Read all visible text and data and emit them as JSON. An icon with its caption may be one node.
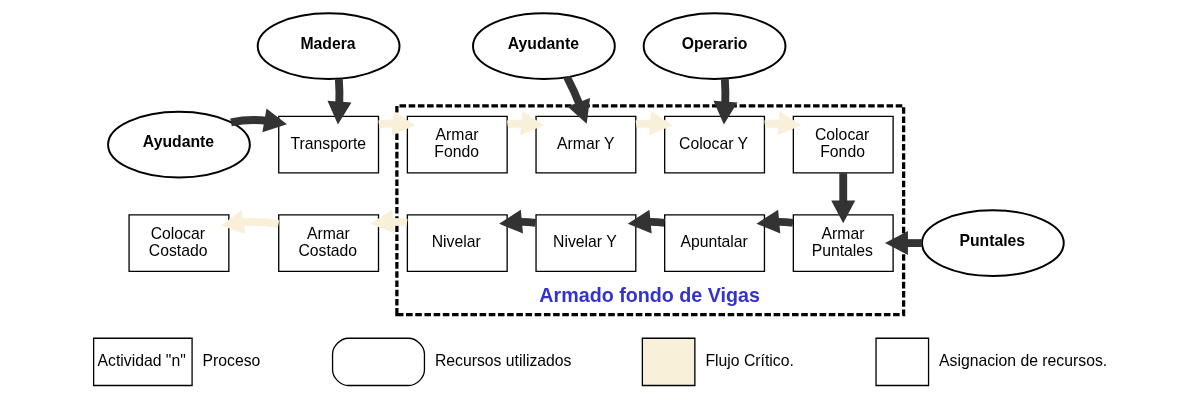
{
  "diagram": {
    "nodes": [
      {
        "text": [
          "Madera"
        ]
      },
      {
        "text": [
          "Ayudante"
        ]
      },
      {
        "text": [
          "Operario"
        ]
      },
      {
        "text": [
          "Ayudante"
        ]
      },
      {
        "text": [
          "Transporte"
        ]
      },
      {
        "text": [
          "Armado fondo de Vigas"
        ]
      },
      {
        "text": [
          "Armar Fondo"
        ],
        "in": 5
      },
      {
        "text": [
          "Armar Y"
        ],
        "in": 5
      },
      {
        "text": [
          "Colocar Y"
        ],
        "in": 5
      },
      {
        "text": [
          "Colocar Fondo"
        ],
        "in": 5
      },
      {
        "text": [
          "Colocar Costado"
        ]
      },
      {
        "text": [
          "Armar Costado"
        ]
      },
      {
        "text": [
          "Nivelar"
        ],
        "in": 5
      },
      {
        "text": [
          "Nivelar Y"
        ],
        "in": 5
      },
      {
        "text": [
          "Apuntalar"
        ],
        "in": 5
      },
      {
        "text": [
          "Armar Puntales"
        ],
        "in": 5
      },
      {
        "text": [
          "Puntales"
        ]
      }
    ],
    "edges": [
      {
        "from": 0,
        "to": 4,
        "arrow": "to"
      },
      {
        "from": 1,
        "to": 7,
        "arrow": "to"
      },
      {
        "from": 2,
        "to": 8,
        "arrow": "to"
      },
      {
        "from": 3,
        "to": 4,
        "arrow": "to"
      },
      {
        "from": 4,
        "to": 6,
        "arrow": "to",
        "color": "#f8f0d8"
      },
      {
        "from": 6,
        "to": 7,
        "arrow": "to",
        "color": "#f8f0d8"
      },
      {
        "from": 7,
        "to": 8,
        "arrow": "to",
        "color": "#f8f0d8"
      },
      {
        "from": 8,
        "to": 9,
        "arrow": "to",
        "color": "#f8f0d8"
      },
      {
        "from": 9,
        "to": 15,
        "arrow": "to"
      },
      {
        "from": 16,
        "to": 15,
        "arrow": "to"
      },
      {
        "from": 15,
        "to": 14,
        "arrow": "to"
      },
      {
        "from": 14,
        "to": 13,
        "arrow": "to"
      },
      {
        "from": 13,
        "to": 12,
        "arrow": "to"
      },
      {
        "from": 12,
        "to": 11,
        "arrow": "to",
        "color": "#f8f0d8"
      },
      {
        "from": 11,
        "to": 10,
        "arrow": "to",
        "color": "#f8f0d8"
      }
    ],
    "labels": [
      "Actividad \"n\""
    ],
    "legend": [
      {
        "text": "Proceso"
      },
      {
        "text": "Recursos utilizados"
      },
      {
        "text": "Flujo Crítico."
      },
      {
        "text": "Asignacion de recursos."
      }
    ]
  }
}
